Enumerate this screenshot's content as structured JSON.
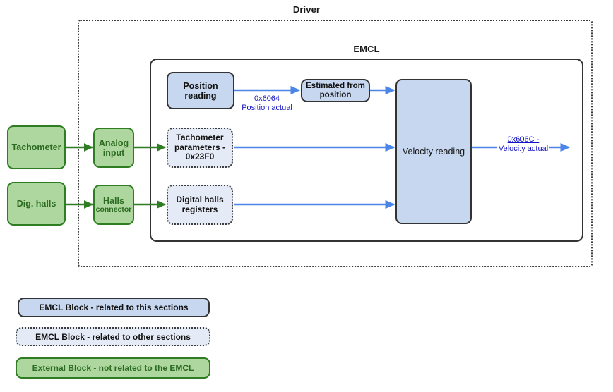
{
  "diagram": {
    "outer_frame_label": "Driver",
    "inner_frame_label": "EMCL"
  },
  "external_blocks": [
    {
      "id": "tachometer",
      "label": "Tachometer"
    },
    {
      "id": "dig-halls",
      "label": "Dig. halls"
    },
    {
      "id": "analog-input",
      "label_line1": "Analog",
      "label_line2": "input"
    },
    {
      "id": "halls-connector",
      "label_line1": "Halls",
      "label_line2": "connector"
    }
  ],
  "emcl_blocks": [
    {
      "id": "position-reading",
      "style": "solid",
      "label_line1": "Position",
      "label_line2": "reading"
    },
    {
      "id": "estimated-from-position",
      "style": "solid",
      "label_line1": "Estimated from",
      "label_line2": "position"
    },
    {
      "id": "velocity-reading",
      "style": "solid",
      "label_line1": "Velocity reading",
      "label_line2": ""
    },
    {
      "id": "tachometer-parameters",
      "style": "dotted",
      "label_line1": "Tachometer",
      "label_line2": "parameters -",
      "label_line3": "0x23F0"
    },
    {
      "id": "digital-halls-registers",
      "style": "dotted",
      "label_line1": "Digital halls",
      "label_line2": "registers"
    }
  ],
  "link_labels": [
    {
      "id": "position-actual",
      "line1": "0x6064",
      "line2": "Position actual"
    },
    {
      "id": "velocity-actual",
      "line1": "0x606C -",
      "line2": "Velocity actual"
    }
  ],
  "legend": [
    {
      "id": "legend-emcl-this",
      "label": "EMCL Block - related to this sections",
      "style": "solid-blue"
    },
    {
      "id": "legend-emcl-other",
      "label": "EMCL Block - related to other sections",
      "style": "dotted-blue"
    },
    {
      "id": "legend-external",
      "label": "External Block - not related to the EMCL",
      "style": "green"
    }
  ],
  "colors": {
    "emcl_fill": "#c7d7ef",
    "emcl_dotted_fill": "#e4eaf6",
    "external_fill": "#aed79f",
    "external_border": "#2e7d22",
    "external_text": "#2c6b22",
    "blue_arrow": "#4a86e8",
    "green_arrow": "#2e7d22",
    "link_text": "#1414c8",
    "frame_border": "#333333"
  }
}
